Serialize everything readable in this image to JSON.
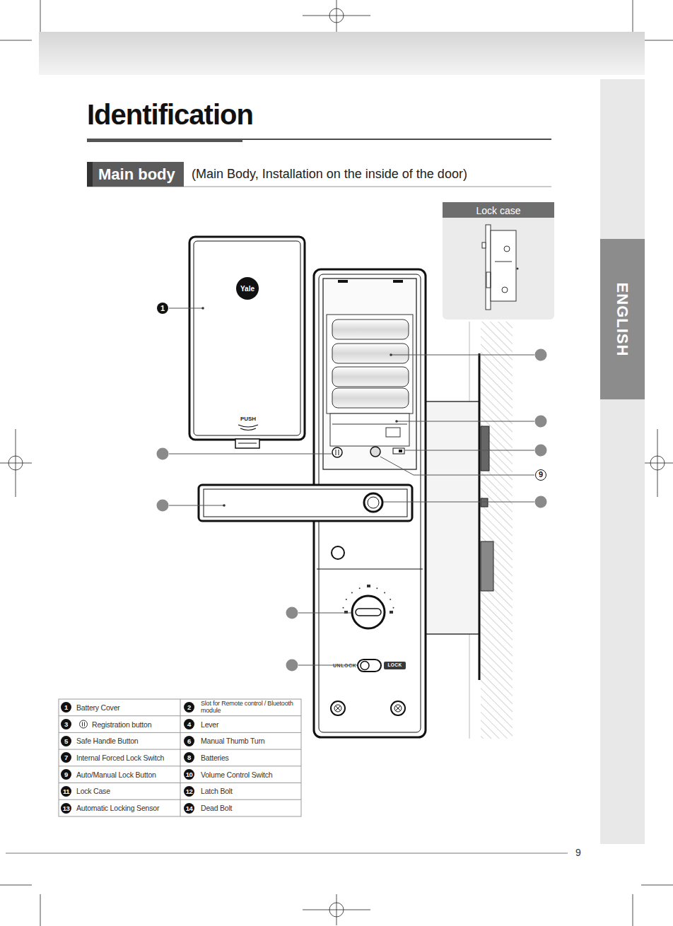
{
  "diagram": {
    "title": "Identification",
    "nodes": [
      {
        "text": [
          "Main body"
        ]
      },
      {
        "text": [
          "Lock case"
        ]
      },
      {
        "text": [
          "ENGLISH"
        ]
      },
      {
        "text": [
          "Yale"
        ]
      },
      {
        "text": [
          "LOCK"
        ]
      }
    ],
    "labels": [
      "(Main Body, Installation on the inside of the door)",
      "1",
      "9",
      "PUSH",
      "UNLOCK",
      "1",
      "Battery Cover",
      "2",
      "Slot for Remote control / Bluetooth module",
      "3",
      "Registration button",
      "4",
      "Lever",
      "5",
      "Safe Handle Button",
      "6",
      "Manual Thumb Turn",
      "7",
      "Internal Forced Lock Switch",
      "8",
      "Batteries",
      "9",
      "Auto/Manual Lock Button",
      "10",
      "Volume Control Switch",
      "11",
      "Lock Case",
      "12",
      "Latch Bolt",
      "13",
      "Automatic Locking Sensor",
      "14",
      "Dead Bolt",
      "9"
    ]
  }
}
